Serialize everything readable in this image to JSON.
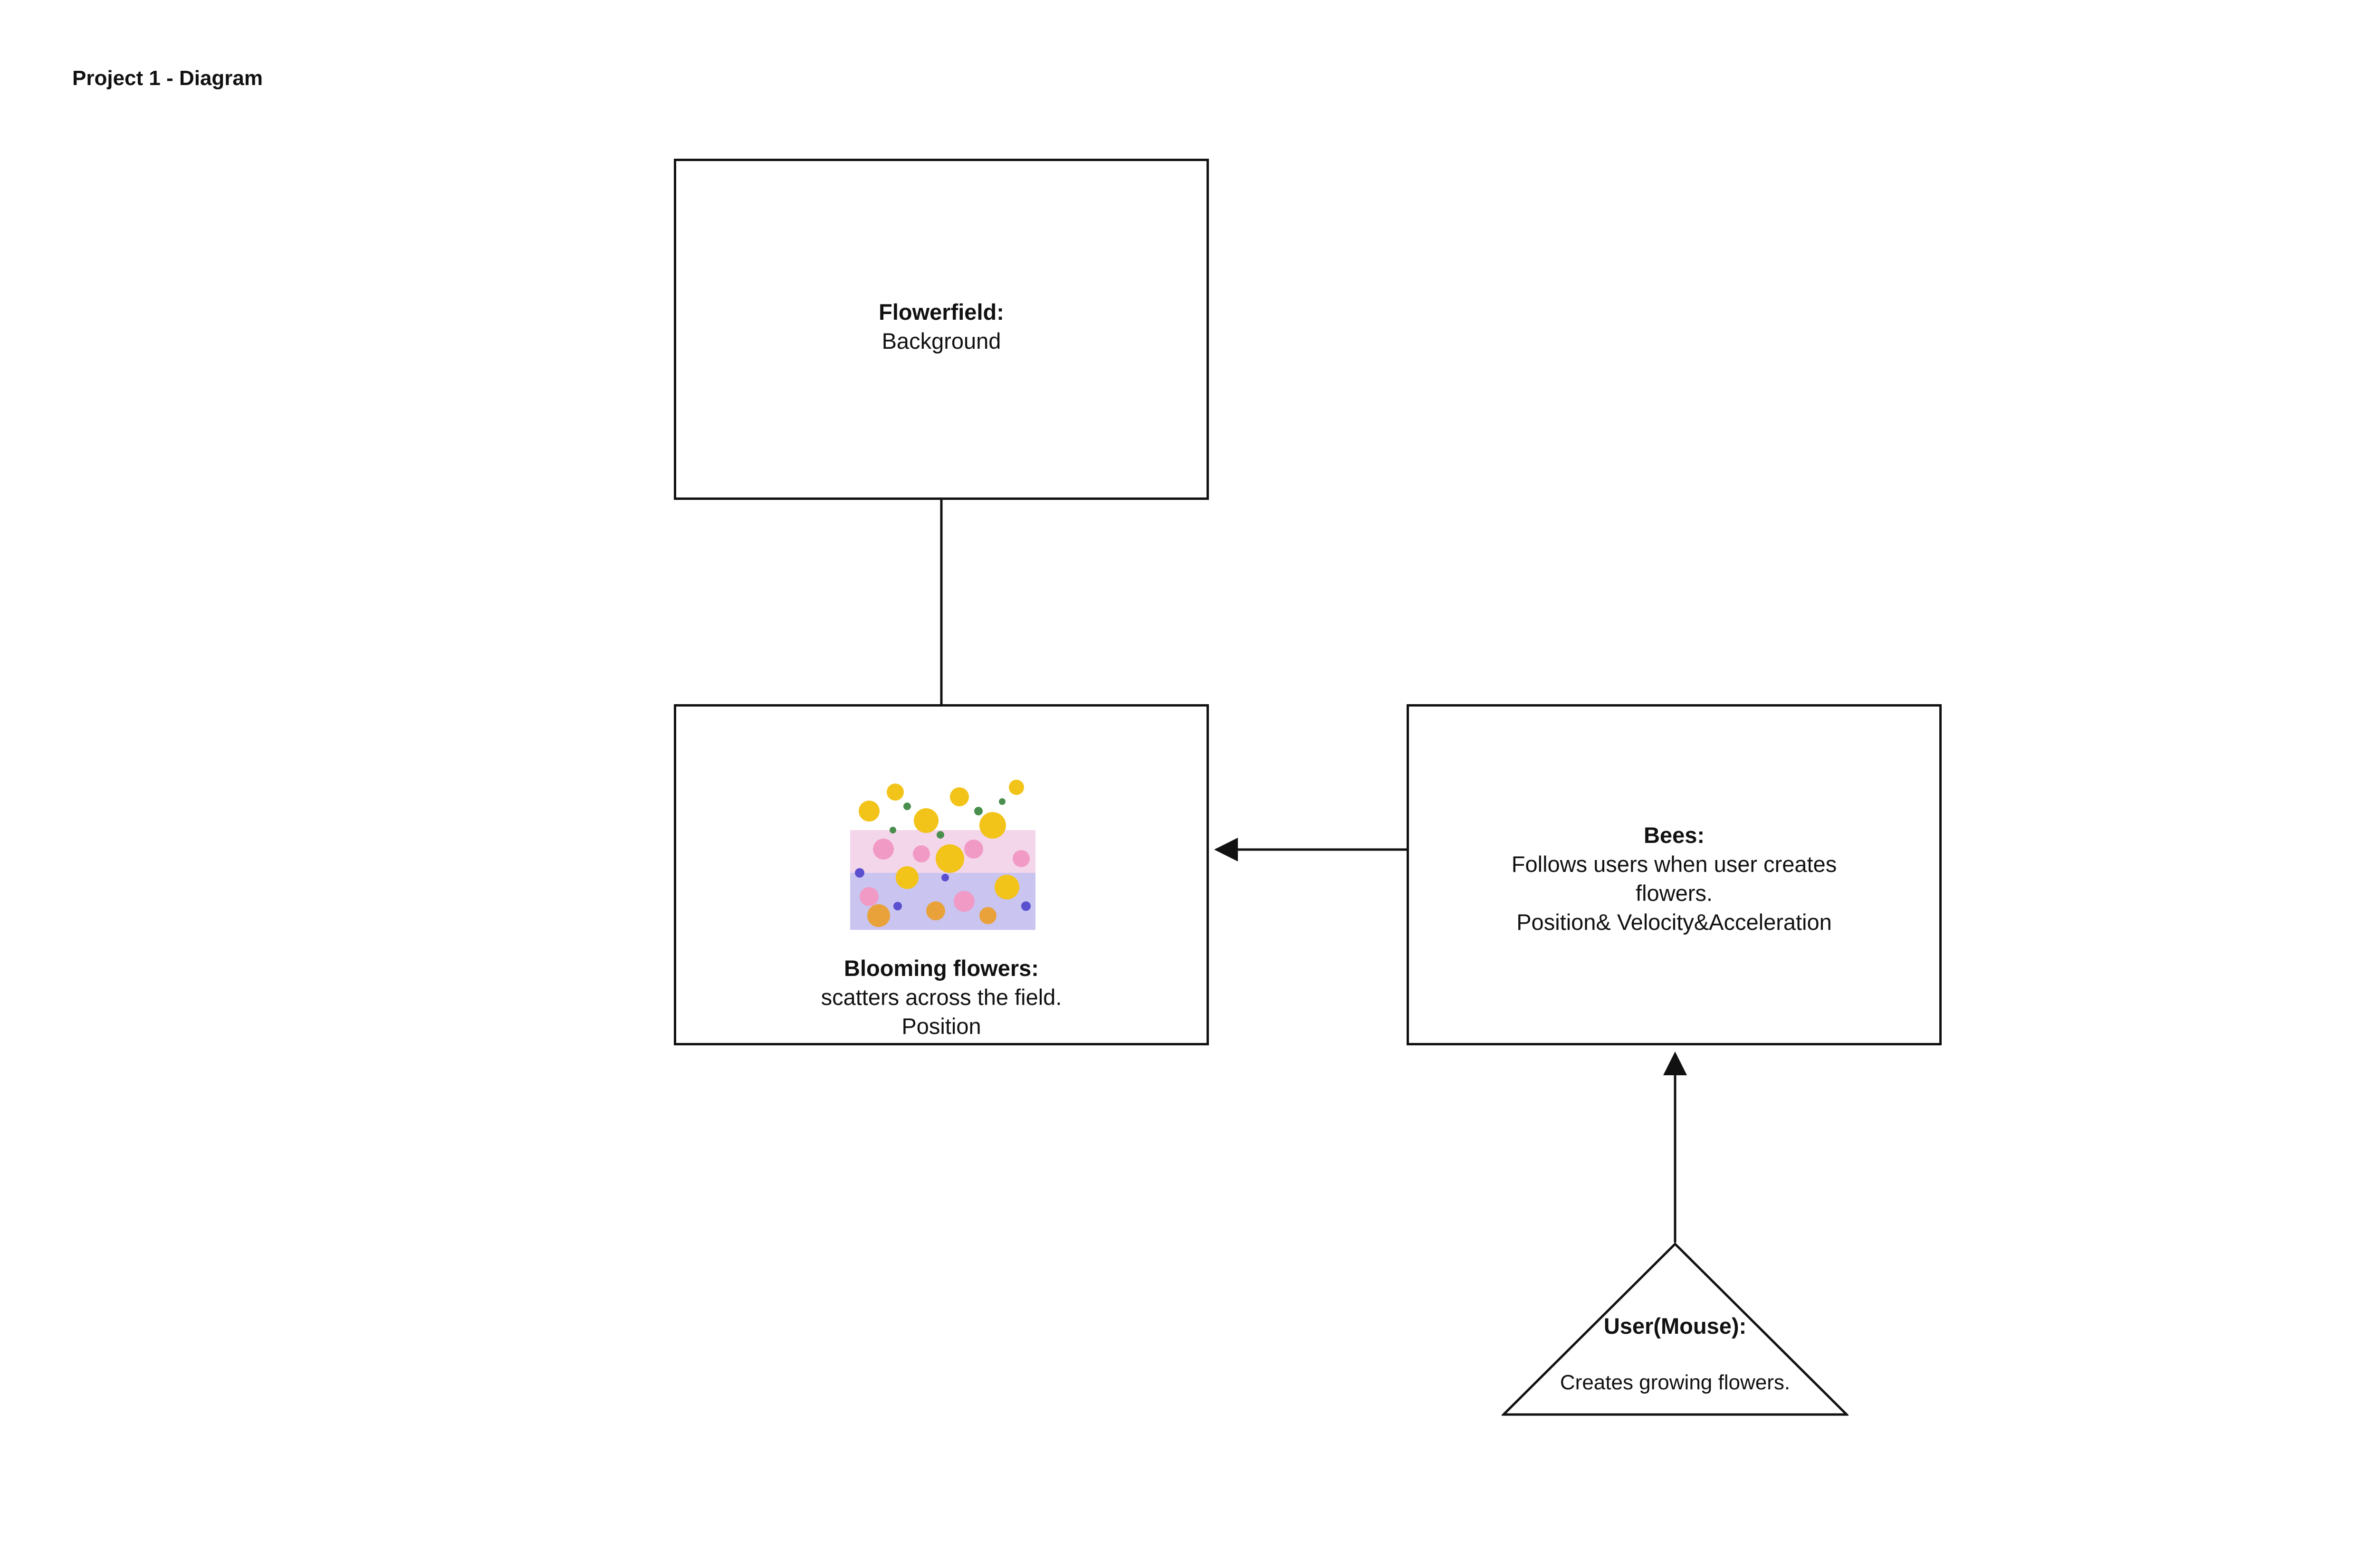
{
  "page": {
    "title": "Project 1 - Diagram"
  },
  "nodes": {
    "flowerfield": {
      "heading": "Flowerfield:",
      "lines": [
        "Background"
      ]
    },
    "blooming_flowers": {
      "heading": "Blooming flowers:",
      "lines": [
        "scatters across the field.",
        "Position"
      ]
    },
    "bees": {
      "heading": "Bees:",
      "lines": [
        "Follows users when user creates flowers.",
        "Position& Velocity&Acceleration"
      ]
    },
    "user_mouse": {
      "heading": "User(Mouse):",
      "lines": [
        "Creates growing flowers."
      ]
    }
  },
  "edges": [
    {
      "from": "flowerfield",
      "to": "blooming_flowers",
      "arrow": "none"
    },
    {
      "from": "bees",
      "to": "blooming_flowers",
      "arrow": "end"
    },
    {
      "from": "user_mouse",
      "to": "bees",
      "arrow": "end"
    }
  ],
  "icons": {
    "flower_image": "flower-field-illustration"
  },
  "colors": {
    "stroke": "#111111",
    "background": "#ffffff"
  }
}
